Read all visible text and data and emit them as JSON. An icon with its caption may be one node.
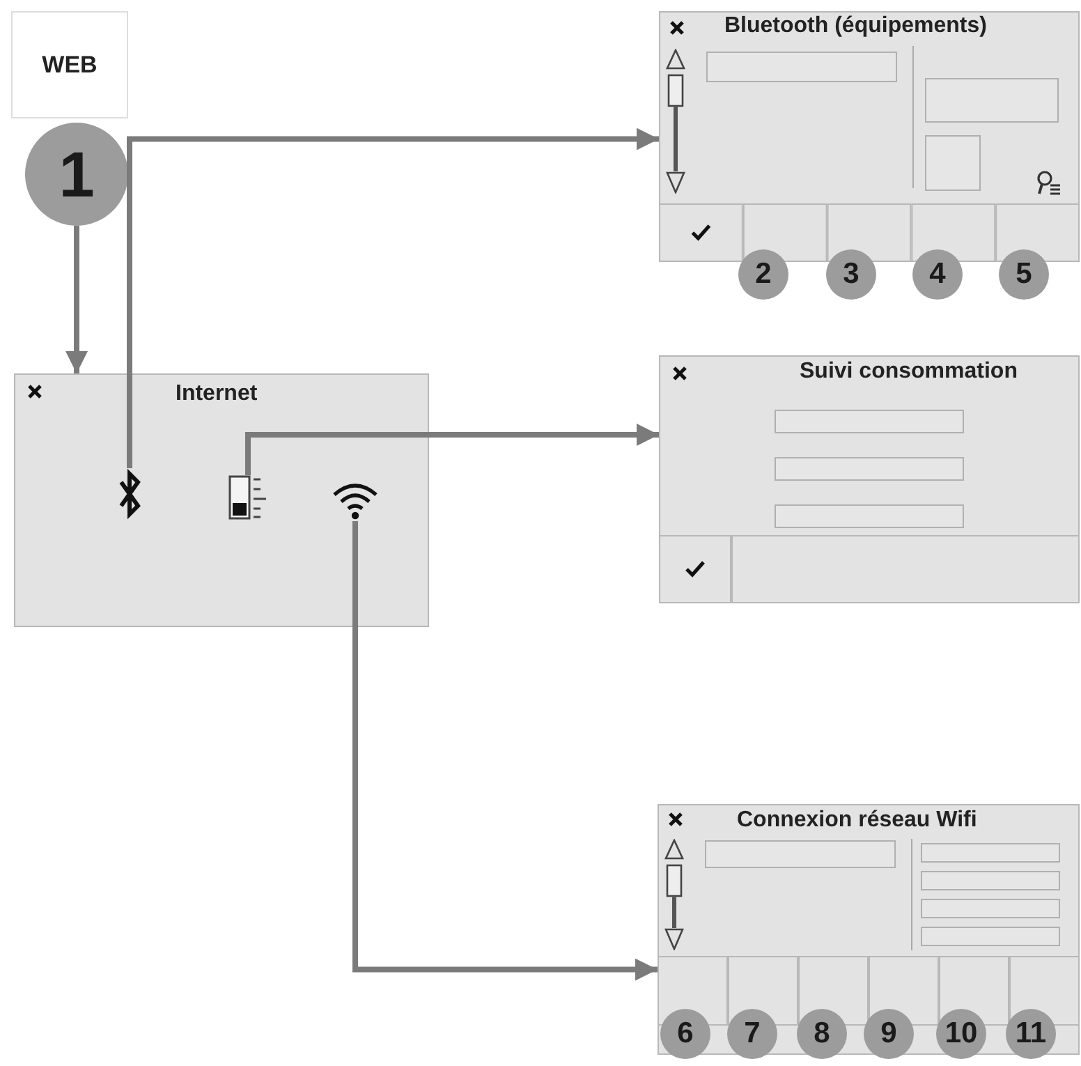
{
  "diagram": {
    "nodes": [
      {
        "text": [
          "WEB"
        ]
      },
      {
        "text": [
          "1"
        ]
      },
      {
        "text": [
          "Internet"
        ]
      },
      {
        "text": [],
        "shape": "icon",
        "in": 2
      },
      {
        "text": [],
        "shape": "icon",
        "in": 2
      },
      {
        "text": [],
        "shape": "icon",
        "in": 2
      },
      {
        "text": [
          "Bluetooth (équipements)"
        ]
      },
      {
        "text": [
          "Suivi consommation"
        ]
      },
      {
        "text": [
          "Connexion réseau Wifi"
        ]
      }
    ],
    "edges": [
      {
        "from": 1,
        "to": 2,
        "arrow": "to"
      },
      {
        "from": 3,
        "to": 6,
        "arrow": "to"
      },
      {
        "from": 4,
        "to": 7,
        "arrow": "to"
      },
      {
        "from": 5,
        "to": 8,
        "arrow": "to"
      }
    ],
    "labels": [
      "2",
      "3",
      "4",
      "5",
      "6",
      "7",
      "8",
      "9",
      "10",
      "11"
    ]
  }
}
